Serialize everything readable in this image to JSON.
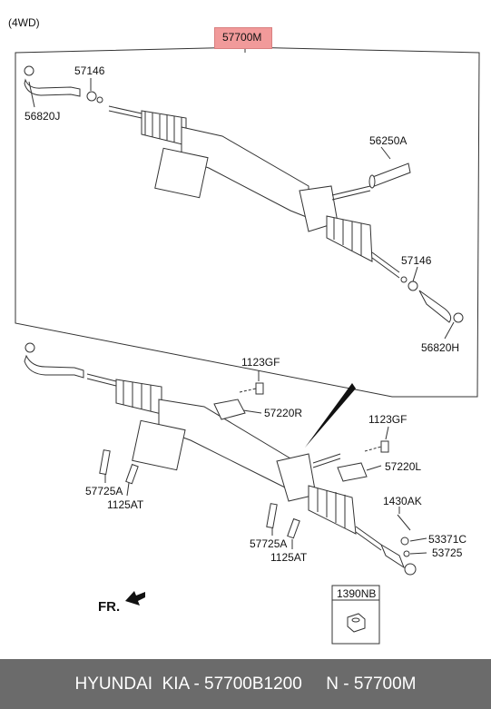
{
  "variant": "(4WD)",
  "highlight_part": "57700M",
  "parts": {
    "p57146_a": "57146",
    "p56820J": "56820J",
    "p56250A": "56250A",
    "p57146_b": "57146",
    "p56820H": "56820H",
    "p1123GF_a": "1123GF",
    "p57220R": "57220R",
    "p1123GF_b": "1123GF",
    "p57220L": "57220L",
    "p57725A_a": "57725A",
    "p1125AT_a": "1125AT",
    "p1430AK": "1430AK",
    "p53371C": "53371C",
    "p53725": "53725",
    "p57725A_b": "57725A",
    "p1125AT_b": "1125AT",
    "p1390NB": "1390NB"
  },
  "front_marker": "FR.",
  "footer": "HYUNDAI  KIA - 57700B1200     N - 57700M",
  "colors": {
    "highlight": "#f19a9a",
    "footer_bg": "#6b6b6b"
  }
}
